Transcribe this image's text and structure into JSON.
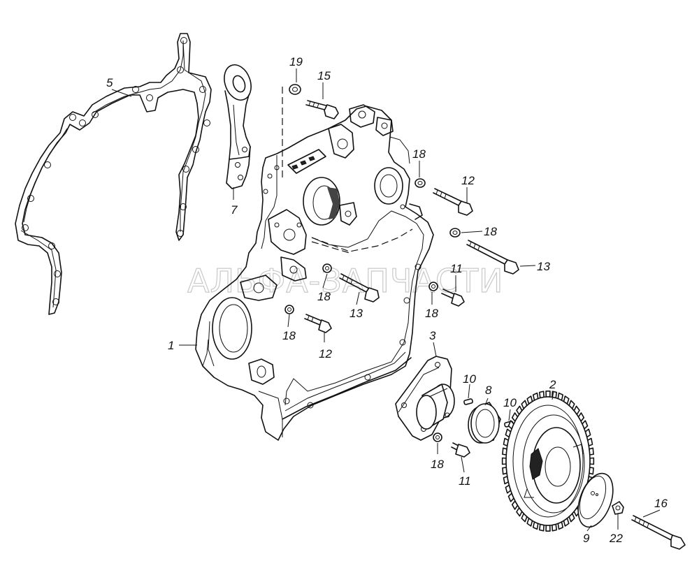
{
  "watermark": "АЛЬФА-ЗАПЧАСТИ",
  "callouts": {
    "c1": "1",
    "c2": "2",
    "c3": "3",
    "c5": "5",
    "c7": "7",
    "c8": "8",
    "c9": "9",
    "c10a": "10",
    "c10b": "10",
    "c11a": "11",
    "c11b": "11",
    "c12a": "12",
    "c12b": "12",
    "c13a": "13",
    "c13b": "13",
    "c15": "15",
    "c16": "16",
    "c18a": "18",
    "c18b": "18",
    "c18c": "18",
    "c18d": "18",
    "c18e": "18",
    "c18f": "18",
    "c19": "19",
    "c22": "22"
  }
}
